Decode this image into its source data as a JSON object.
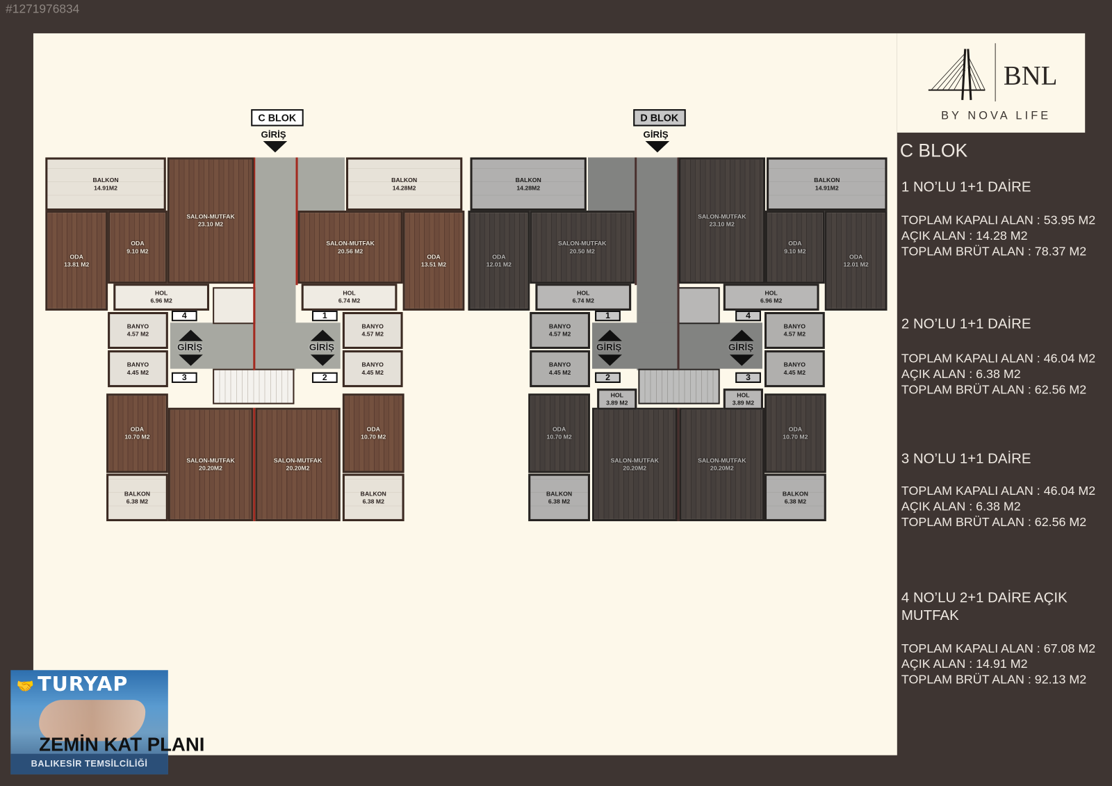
{
  "listing_id": "#1271976834",
  "logo": {
    "mark": "BNL",
    "tagline": "BY NOVA LIFE"
  },
  "plan_title": "ZEMİN KAT PLANI",
  "agency": {
    "name": "TURYAP",
    "branch": "BALIKESİR TEMSİLCİLİĞİ"
  },
  "blocks": [
    {
      "name": "C BLOK",
      "entrance": "GİRİŞ",
      "lobby_entrances": [
        "GİRİŞ",
        "GİRİŞ"
      ],
      "unit_numbers": [
        "4",
        "1",
        "3",
        "2"
      ],
      "rooms": [
        {
          "name": "BALKON",
          "area": "14.91M2"
        },
        {
          "name": "ODA",
          "area": "13.81 M2"
        },
        {
          "name": "ODA",
          "area": "9.10 M2"
        },
        {
          "name": "SALON-MUTFAK",
          "area": "23.10 M2"
        },
        {
          "name": "HOL",
          "area": "6.96 M2"
        },
        {
          "name": "SALON-MUTFAK",
          "area": "20.56 M2"
        },
        {
          "name": "BALKON",
          "area": "14.28M2"
        },
        {
          "name": "ODA",
          "area": "13.51 M2"
        },
        {
          "name": "HOL",
          "area": "6.74 M2"
        },
        {
          "name": "BANYO",
          "area": "4.57 M2"
        },
        {
          "name": "BANYO",
          "area": "4.45 M2"
        },
        {
          "name": "BANYO",
          "area": "4.57 M2"
        },
        {
          "name": "BANYO",
          "area": "4.45 M2"
        },
        {
          "name": "ODA",
          "area": "10.70 M2"
        },
        {
          "name": "BALKON",
          "area": "6.38 M2"
        },
        {
          "name": "SALON-MUTFAK",
          "area": "20.20M2"
        },
        {
          "name": "SALON-MUTFAK",
          "area": "20.20M2"
        },
        {
          "name": "ODA",
          "area": "10.70 M2"
        },
        {
          "name": "BALKON",
          "area": "6.38 M2"
        }
      ]
    },
    {
      "name": "D BLOK",
      "entrance": "GİRİŞ",
      "lobby_entrances": [
        "GİRİŞ",
        "GİRİŞ"
      ],
      "unit_numbers": [
        "4",
        "1",
        "3",
        "2"
      ],
      "rooms": [
        {
          "name": "BALKON",
          "area": "14.91M2"
        },
        {
          "name": "ODA",
          "area": "12.01 M2"
        },
        {
          "name": "ODA",
          "area": "9.10 M2"
        },
        {
          "name": "SALON-MUTFAK",
          "area": "23.10 M2"
        },
        {
          "name": "HOL",
          "area": "6.96 M2"
        },
        {
          "name": "SALON-MUTFAK",
          "area": "20.50 M2"
        },
        {
          "name": "BALKON",
          "area": "14.28M2"
        },
        {
          "name": "ODA",
          "area": "12.01 M2"
        },
        {
          "name": "HOL",
          "area": "6.74 M2"
        },
        {
          "name": "BANYO",
          "area": "4.57 M2"
        },
        {
          "name": "BANYO",
          "area": "4.45 M2"
        },
        {
          "name": "BANYO",
          "area": "4.57 M2"
        },
        {
          "name": "BANYO",
          "area": "4.45 M2"
        },
        {
          "name": "ODA",
          "area": "10.70 M2"
        },
        {
          "name": "BALKON",
          "area": "6.38 M2"
        },
        {
          "name": "SALON-MUTFAK",
          "area": "20.20M2"
        },
        {
          "name": "SALON-MUTFAK",
          "area": "20.20M2"
        },
        {
          "name": "ODA",
          "area": "10.70 M2"
        },
        {
          "name": "BALKON",
          "area": "6.38 M2"
        },
        {
          "name": "HOL",
          "area": "3.89 M2"
        },
        {
          "name": "HOL",
          "area": "3.89 M2"
        }
      ]
    }
  ],
  "info": {
    "heading": "C BLOK",
    "units": [
      {
        "title": "1 NO’LU 1+1 DAİRE",
        "closed": "TOPLAM KAPALI ALAN : 53.95 M2",
        "open": "AÇIK ALAN : 14.28 M2",
        "gross": "TOPLAM BRÜT ALAN : 78.37 M2"
      },
      {
        "title": "2 NO’LU 1+1 DAİRE",
        "closed": "TOPLAM KAPALI ALAN : 46.04 M2",
        "open": "AÇIK ALAN : 6.38 M2",
        "gross": "TOPLAM BRÜT ALAN : 62.56 M2"
      },
      {
        "title": "3 NO’LU 1+1 DAİRE",
        "closed": "TOPLAM KAPALI ALAN : 46.04 M2",
        "open": "AÇIK ALAN : 6.38 M2",
        "gross": "TOPLAM BRÜT ALAN : 62.56 M2"
      },
      {
        "title": "4 NO’LU 2+1 DAİRE AÇIK MUTFAK",
        "closed": "TOPLAM KAPALI ALAN : 67.08 M2",
        "open": "AÇIK ALAN : 14.91 M2",
        "gross": "TOPLAM BRÜT ALAN : 92.13 M2"
      }
    ]
  },
  "colors": {
    "background": "#3e3532",
    "sheet": "#fdf8ea",
    "wall_accent": "#a32a20"
  }
}
